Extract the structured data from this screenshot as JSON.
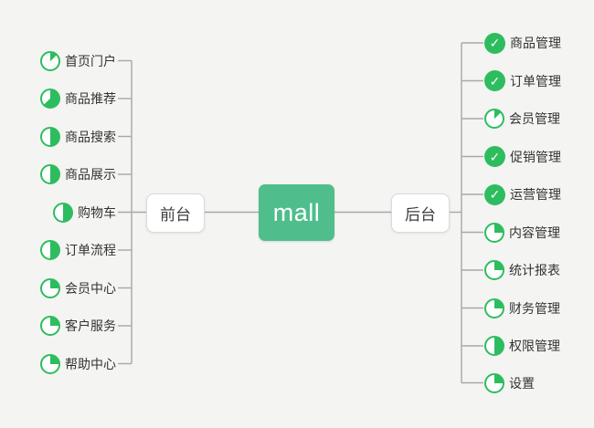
{
  "colors": {
    "background": "#f4f4f2",
    "node_green": "#4fbe8c",
    "icon_green": "#2dbd5f",
    "line_gray": "#a8a8a8"
  },
  "center": {
    "label": "mall"
  },
  "left_branch": {
    "node_label": "前台",
    "items": [
      {
        "label": "首页门户",
        "progress": "12.5%"
      },
      {
        "label": "商品推荐",
        "progress": "62.5%"
      },
      {
        "label": "商品搜索",
        "progress": "50%"
      },
      {
        "label": "商品展示",
        "progress": "50%"
      },
      {
        "label": "购物车",
        "progress": "50%"
      },
      {
        "label": "订单流程",
        "progress": "50%"
      },
      {
        "label": "会员中心",
        "progress": "25%"
      },
      {
        "label": "客户服务",
        "progress": "25%"
      },
      {
        "label": "帮助中心",
        "progress": "25%"
      }
    ]
  },
  "right_branch": {
    "node_label": "后台",
    "items": [
      {
        "label": "商品管理",
        "progress": "done"
      },
      {
        "label": "订单管理",
        "progress": "done"
      },
      {
        "label": "会员管理",
        "progress": "12.5%"
      },
      {
        "label": "促销管理",
        "progress": "done"
      },
      {
        "label": "运营管理",
        "progress": "done"
      },
      {
        "label": "内容管理",
        "progress": "25%"
      },
      {
        "label": "统计报表",
        "progress": "25%"
      },
      {
        "label": "财务管理",
        "progress": "25%"
      },
      {
        "label": "权限管理",
        "progress": "50%"
      },
      {
        "label": "设置",
        "progress": "25%"
      }
    ]
  }
}
